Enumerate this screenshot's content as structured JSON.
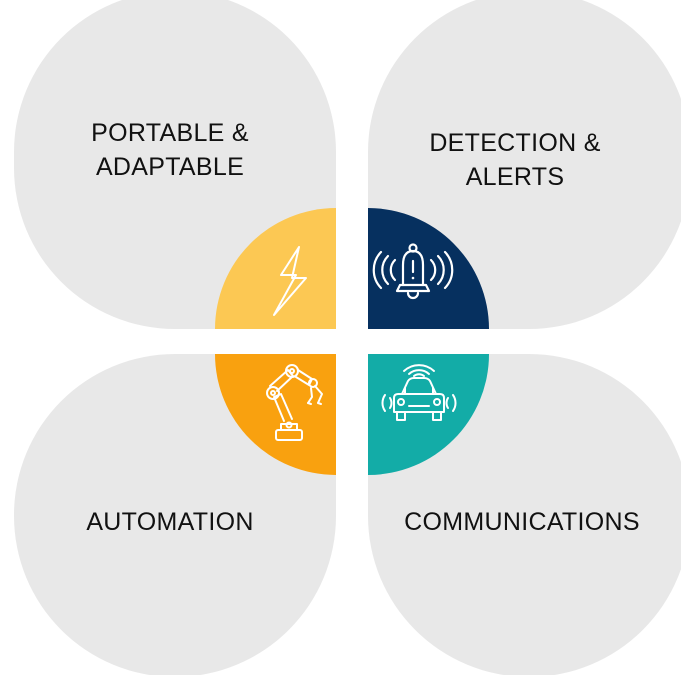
{
  "colors": {
    "petal_gray": "#e8e8e8",
    "yellow": "#fcc853",
    "navy": "#06305f",
    "orange": "#f9a10f",
    "teal": "#13aca7",
    "icon_stroke": "#ffffff",
    "label_text": "#111111"
  },
  "quadrants": {
    "top_left": {
      "line1": "PORTABLE &",
      "line2": "ADAPTABLE",
      "icon": "lightning-bolt-icon"
    },
    "top_right": {
      "line1": "DETECTION &",
      "line2": "ALERTS",
      "icon": "alarm-bell-icon"
    },
    "bottom_left": {
      "line1": "AUTOMATION",
      "icon": "robotic-arm-icon"
    },
    "bottom_right": {
      "line1": "COMMUNICATIONS",
      "icon": "connected-car-icon"
    }
  }
}
